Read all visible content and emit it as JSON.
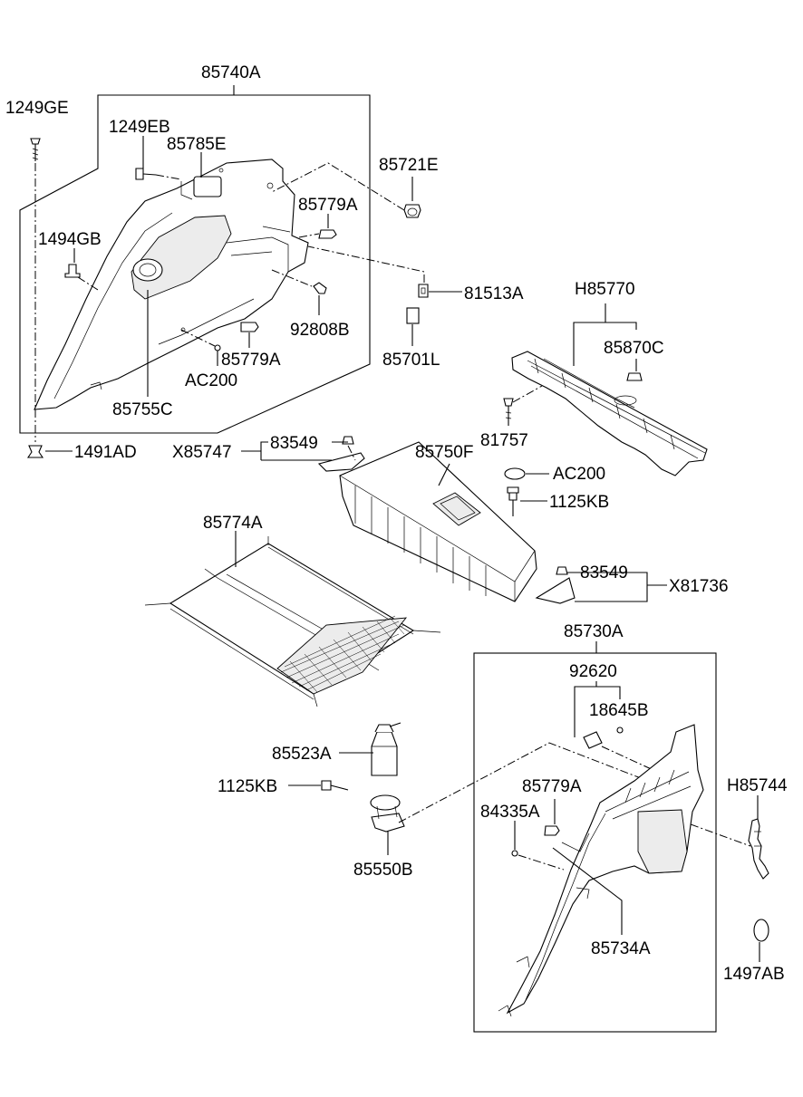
{
  "labels": {
    "l_85740A": "85740A",
    "l_1249GE": "1249GE",
    "l_1249EB": "1249EB",
    "l_85785E": "85785E",
    "l_85721E": "85721E",
    "l_85779A_top": "85779A",
    "l_1494GB": "1494GB",
    "l_81513A": "81513A",
    "l_92808B": "92808B",
    "l_85779A_mid": "85779A",
    "l_AC200_top": "AC200",
    "l_85701L": "85701L",
    "l_85755C": "85755C",
    "l_H85770": "H85770",
    "l_85870C": "85870C",
    "l_81757": "81757",
    "l_1491AD": "1491AD",
    "l_X85747": "X85747",
    "l_83549_top": "83549",
    "l_85750F": "85750F",
    "l_AC200_bot": "AC200",
    "l_1125KB_right": "1125KB",
    "l_85774A": "85774A",
    "l_83549_bot": "83549",
    "l_X81736": "X81736",
    "l_85730A": "85730A",
    "l_92620": "92620",
    "l_18645B": "18645B",
    "l_85523A": "85523A",
    "l_1125KB_left": "1125KB",
    "l_85779A_bot": "85779A",
    "l_H85744": "H85744",
    "l_84335A": "84335A",
    "l_85550B": "85550B",
    "l_85734A": "85734A",
    "l_1497AB": "1497AB"
  }
}
